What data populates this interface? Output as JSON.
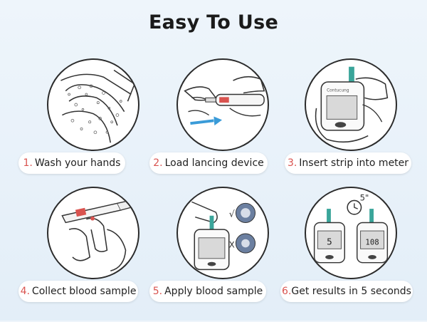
{
  "title": "Easy To Use",
  "brand": "Contucung",
  "steps": [
    {
      "num": "1.",
      "text": "Wash your hands"
    },
    {
      "num": "2.",
      "text": "Load lancing device"
    },
    {
      "num": "3.",
      "text": "Insert strip into meter"
    },
    {
      "num": "4.",
      "text": "Collect blood sample"
    },
    {
      "num": "5.",
      "text": "Apply blood sample"
    },
    {
      "num": "6.",
      "text": "Get results in 5 seconds"
    }
  ],
  "step5_marks": {
    "check": "√",
    "cross": "X"
  },
  "step6": {
    "timer": "5\"",
    "readout_a": "5",
    "readout_b": "108"
  },
  "colors": {
    "number": "#d9534f",
    "arrow": "#3a9bd8",
    "strip": "#3aa59a",
    "background": "#e8f1fa"
  }
}
